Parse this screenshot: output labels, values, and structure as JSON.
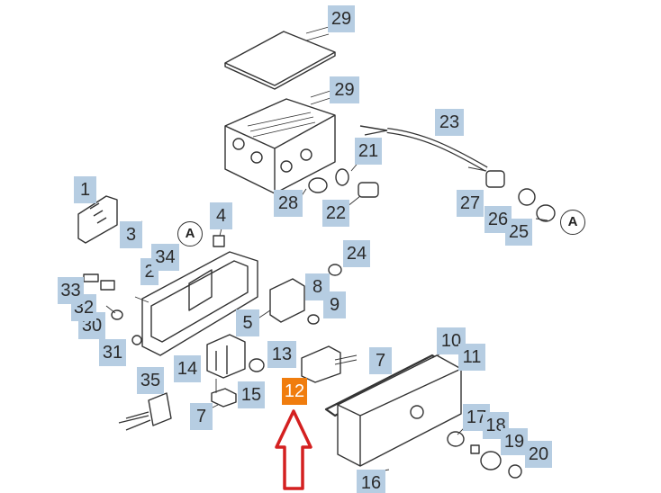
{
  "diagram": {
    "callouts": [
      "1",
      "2",
      "3",
      "4",
      "5",
      "7",
      "7",
      "8",
      "9",
      "10",
      "11",
      "12",
      "13",
      "14",
      "15",
      "16",
      "17",
      "18",
      "19",
      "20",
      "21",
      "22",
      "23",
      "24",
      "25",
      "26",
      "27",
      "28",
      "29",
      "29",
      "30",
      "31",
      "32",
      "33",
      "34",
      "35"
    ],
    "highlighted_part": "12",
    "connector_marker": "A",
    "colors": {
      "label_bg": "#b6cde2",
      "highlight_bg": "#f07d0e",
      "arrow": "#d42020",
      "line": "#333333"
    }
  }
}
